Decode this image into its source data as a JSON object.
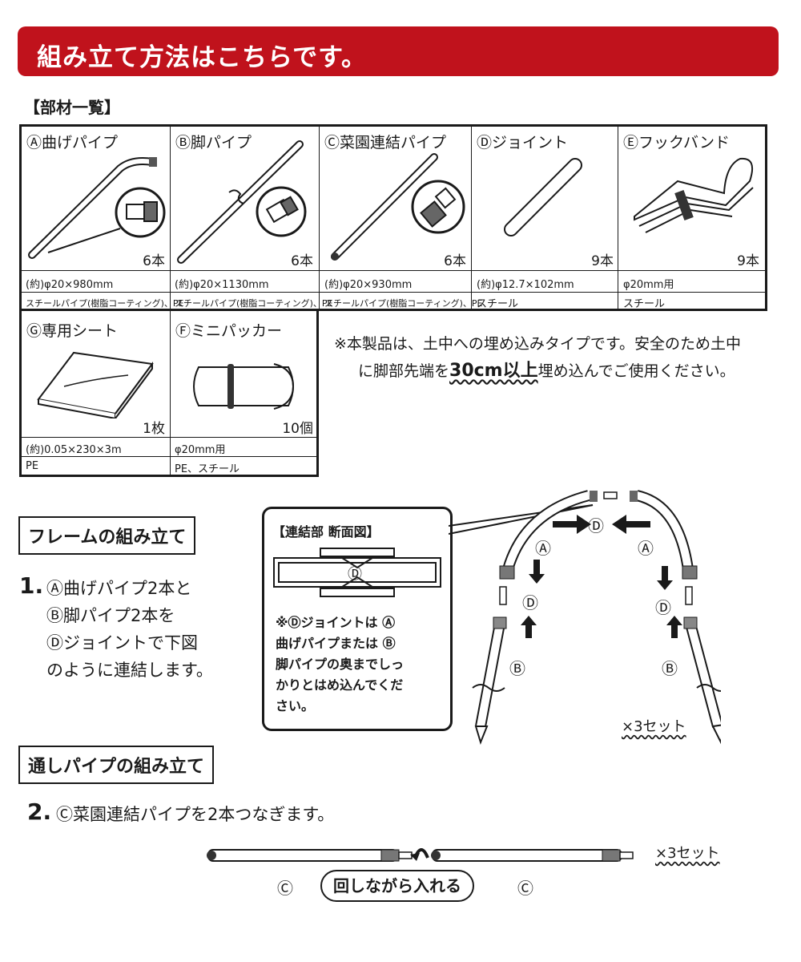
{
  "banner": {
    "title": "組み立て方法はこちらです。",
    "color": "#c0121c"
  },
  "parts": {
    "heading": "【部材一覧】",
    "row1": [
      {
        "name": "Ⓐ曲げパイプ",
        "qty": "6本",
        "spec": "(約)φ20×980mm",
        "material": "スチールパイプ(樹脂コーティング)、PE",
        "icon": "bent-pipe-icon"
      },
      {
        "name": "Ⓑ脚パイプ",
        "qty": "6本",
        "spec": "(約)φ20×1130mm",
        "material": "スチールパイプ(樹脂コーティング)、PE",
        "icon": "leg-pipe-icon"
      },
      {
        "name": "Ⓒ菜園連結パイプ",
        "qty": "6本",
        "spec": "(約)φ20×930mm",
        "material": "スチールパイプ(樹脂コーティング)、PE",
        "icon": "connecting-pipe-icon"
      },
      {
        "name": "Ⓓジョイント",
        "qty": "9本",
        "spec": "(約)φ12.7×102mm",
        "material": "スチール",
        "icon": "joint-icon"
      },
      {
        "name": "Ⓔフックバンド",
        "qty": "9本",
        "spec": "φ20mm用",
        "material": "スチール",
        "icon": "hook-band-icon"
      }
    ],
    "row2": [
      {
        "name": "Ⓖ専用シート",
        "qty": "1枚",
        "spec": "(約)0.05×230×3m",
        "material": "PE",
        "icon": "sheet-icon"
      },
      {
        "name": "Ⓕミニパッカー",
        "qty": "10個",
        "spec": "φ20mm用",
        "material": "PE、スチール",
        "icon": "mini-packer-icon"
      }
    ]
  },
  "notice": {
    "line1": "※本製品は、土中への埋め込みタイプです。安全のため土中",
    "line2_a": "に脚部先端を",
    "line2_b": "30cm以上",
    "line2_c": "埋め込んでご使用ください。"
  },
  "frame_section": {
    "title": "フレームの組み立て",
    "step_number": "1.",
    "lines": [
      "Ⓐ曲げパイプ2本と",
      "Ⓑ脚パイプ2本を",
      "Ⓓジョイントで下図",
      "のように連結します。"
    ],
    "cross_section": {
      "title": "【連結部 断面図】",
      "joint_label": "Ⓓ",
      "note_lines": [
        "※Ⓓジョイントは Ⓐ",
        "曲げパイプまたは Ⓑ",
        "脚パイプの奥までしっ",
        "かりとはめ込んでくだ",
        "さい。"
      ]
    },
    "diagram_labels": {
      "a": "Ⓐ",
      "b": "Ⓑ",
      "d": "Ⓓ",
      "sets": "×3セット"
    }
  },
  "pipe_section": {
    "title": "通しパイプの組み立て",
    "step_number": "2.",
    "line": "Ⓒ菜園連結パイプを2本つなぎます。",
    "labels": {
      "c": "Ⓒ",
      "rotate": "回しながら入れる",
      "sets": "×3セット"
    }
  }
}
